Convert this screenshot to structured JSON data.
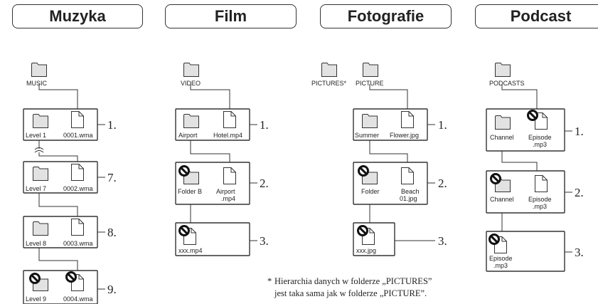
{
  "headers": {
    "music": "Muzyka",
    "film": "Film",
    "photo": "Fotografie",
    "podcast": "Podcast"
  },
  "music": {
    "root": "MUSIC",
    "rows": [
      {
        "folder": "Level 1",
        "file": "0001.wma",
        "number": "1."
      },
      {
        "folder": "Level 7",
        "file": "0002.wma",
        "number": "7."
      },
      {
        "folder": "Level 8",
        "file": "0003.wma",
        "number": "8."
      },
      {
        "folder": "Level 9",
        "file": "0004.wma",
        "number": "9."
      }
    ]
  },
  "film": {
    "root": "VIDEO",
    "rows": [
      {
        "folder": "Airport",
        "file": "Hotel.mp4",
        "number": "1."
      },
      {
        "folder": "Folder B",
        "file": "Airport\n.mp4",
        "number": "2."
      },
      {
        "file": "xxx.mp4",
        "number": "3."
      }
    ]
  },
  "photo": {
    "root_alt": "PICTURES*",
    "root": "PICTURE",
    "rows": [
      {
        "folder": "Summer",
        "file": "Flower.jpg",
        "number": "1."
      },
      {
        "folder": "Folder",
        "file": "Beach\n01.jpg",
        "number": "2."
      },
      {
        "file": "xxx.jpg",
        "number": "3."
      }
    ]
  },
  "podcast": {
    "root": "PODCASTS",
    "rows": [
      {
        "folder": "Channel",
        "file": "Episode\n.mp3",
        "number": "1."
      },
      {
        "folder": "Channel",
        "file": "Episode\n.mp3",
        "number": "2."
      },
      {
        "file": "Episode\n.mp3",
        "number": "3."
      }
    ]
  },
  "footnote": {
    "star": "*",
    "line1": "Hierarchia danych w folderze „PICTURES”",
    "line2": "jest taka sama jak w folderze „PICTURE”."
  }
}
